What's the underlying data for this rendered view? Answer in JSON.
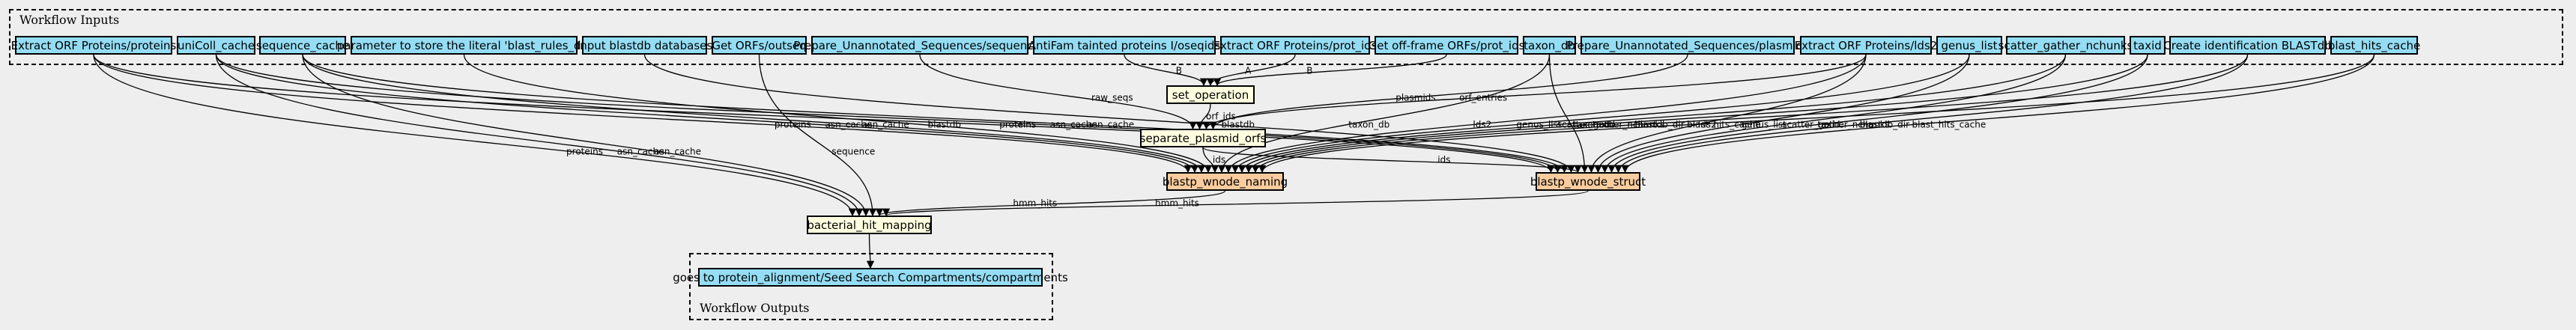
{
  "colors": {
    "background": "#eeeeee",
    "input_node": "#94ddf4",
    "step_node": "#ffffe0",
    "subworkflow_node": "#f8cc9e",
    "output_node": "#94ddf4"
  },
  "clusters": {
    "inputs_title": "Workflow Inputs",
    "outputs_title": "Workflow Outputs"
  },
  "inputs": [
    {
      "id": "extract_orf_proteins",
      "label": "Extract ORF Proteins/proteins"
    },
    {
      "id": "uniColl_cache",
      "label": "uniColl_cache"
    },
    {
      "id": "sequence_cache",
      "label": "sequence_cache"
    },
    {
      "id": "blast_rules_db",
      "label": "parameter to store the literal 'blast_rules_db'"
    },
    {
      "id": "input_blastdb",
      "label": "Input blastdb databases"
    },
    {
      "id": "get_orfs_outseq",
      "label": "Get ORFs/outseq"
    },
    {
      "id": "prep_unannot_seqs",
      "label": "Prepare_Unannotated_Sequences/sequences"
    },
    {
      "id": "antifam",
      "label": "AntiFam tainted proteins I/oseqids"
    },
    {
      "id": "extract_orf_prot_ids",
      "label": "Extract ORF Proteins/prot_ids"
    },
    {
      "id": "get_offframe",
      "label": "Get off-frame ORFs/prot_ids"
    },
    {
      "id": "taxon_db",
      "label": "taxon_db"
    },
    {
      "id": "prep_unannot_plasmids",
      "label": "Prepare_Unannotated_Sequences/plasmids"
    },
    {
      "id": "extract_orf_lds2",
      "label": "Extract ORF Proteins/lds2"
    },
    {
      "id": "genus_list",
      "label": "genus_list"
    },
    {
      "id": "scatter_gather",
      "label": "scatter_gather_nchunks"
    },
    {
      "id": "taxid",
      "label": "taxid"
    },
    {
      "id": "create_blastdb",
      "label": "Create identification BLASTdb"
    },
    {
      "id": "blast_hits_cache",
      "label": "blast_hits_cache"
    }
  ],
  "steps": [
    {
      "id": "set_operation",
      "label": "set_operation"
    },
    {
      "id": "separate_plasmid_orfs",
      "label": "separate_plasmid_orfs"
    },
    {
      "id": "blastp_wnode_naming",
      "label": "blastp_wnode_naming"
    },
    {
      "id": "blastp_wnode_struct",
      "label": "blastp_wnode_struct"
    },
    {
      "id": "bacterial_hit_mapping",
      "label": "bacterial_hit_mapping"
    }
  ],
  "outputs": [
    {
      "id": "goes_to",
      "label": "goes to protein_alignment/Seed Search Compartments/compartments"
    }
  ],
  "edges": [
    {
      "from": "extract_orf_proteins",
      "to": "bacterial_hit_mapping",
      "label": "proteins"
    },
    {
      "from": "extract_orf_proteins",
      "to": "blastp_wnode_naming",
      "label": "proteins"
    },
    {
      "from": "extract_orf_proteins",
      "to": "blastp_wnode_struct",
      "label": "proteins"
    },
    {
      "from": "uniColl_cache",
      "to": "bacterial_hit_mapping",
      "label": "asn_cache"
    },
    {
      "from": "uniColl_cache",
      "to": "blastp_wnode_naming",
      "label": "asn_cache"
    },
    {
      "from": "uniColl_cache",
      "to": "blastp_wnode_struct",
      "label": "asn_cache"
    },
    {
      "from": "sequence_cache",
      "to": "bacterial_hit_mapping",
      "label": "asn_cache"
    },
    {
      "from": "sequence_cache",
      "to": "blastp_wnode_naming",
      "label": "asn_cache"
    },
    {
      "from": "sequence_cache",
      "to": "blastp_wnode_struct",
      "label": "asn_cache"
    },
    {
      "from": "blast_rules_db",
      "to": "blastp_wnode_naming",
      "label": "blastdb"
    },
    {
      "from": "input_blastdb",
      "to": "blastp_wnode_struct",
      "label": "blastdb"
    },
    {
      "from": "get_orfs_outseq",
      "to": "bacterial_hit_mapping",
      "label": "sequence"
    },
    {
      "from": "prep_unannot_seqs",
      "to": "separate_plasmid_orfs",
      "label": "raw_seqs"
    },
    {
      "from": "antifam",
      "to": "set_operation",
      "label": "B"
    },
    {
      "from": "extract_orf_prot_ids",
      "to": "set_operation",
      "label": "A"
    },
    {
      "from": "get_offframe",
      "to": "set_operation",
      "label": "B"
    },
    {
      "from": "set_operation",
      "to": "separate_plasmid_orfs",
      "label": "orf_ids"
    },
    {
      "from": "extract_orf_lds2",
      "to": "separate_plasmid_orfs",
      "label": "orf_entries"
    },
    {
      "from": "prep_unannot_plasmids",
      "to": "separate_plasmid_orfs",
      "label": "plasmids"
    },
    {
      "from": "separate_plasmid_orfs",
      "to": "blastp_wnode_naming",
      "label": "ids"
    },
    {
      "from": "separate_plasmid_orfs",
      "to": "blastp_wnode_struct",
      "label": "ids"
    },
    {
      "from": "taxon_db",
      "to": "blastp_wnode_naming",
      "label": "taxon_db"
    },
    {
      "from": "taxon_db",
      "to": "blastp_wnode_struct",
      "label": "taxon_db"
    },
    {
      "from": "extract_orf_lds2",
      "to": "blastp_wnode_naming",
      "label": "lds2"
    },
    {
      "from": "extract_orf_lds2",
      "to": "blastp_wnode_struct",
      "label": "lds2"
    },
    {
      "from": "genus_list",
      "to": "blastp_wnode_naming",
      "label": "genus_list"
    },
    {
      "from": "genus_list",
      "to": "blastp_wnode_struct",
      "label": "genus_list"
    },
    {
      "from": "scatter_gather",
      "to": "blastp_wnode_naming",
      "label": "scatter_gather_nchunks"
    },
    {
      "from": "scatter_gather",
      "to": "blastp_wnode_struct",
      "label": "scatter_gather_nchunks"
    },
    {
      "from": "taxid",
      "to": "blastp_wnode_naming",
      "label": "taxid"
    },
    {
      "from": "taxid",
      "to": "blastp_wnode_struct",
      "label": "taxid"
    },
    {
      "from": "create_blastdb",
      "to": "blastp_wnode_naming",
      "label": "blastdb_dir"
    },
    {
      "from": "create_blastdb",
      "to": "blastp_wnode_struct",
      "label": "blastdb_dir"
    },
    {
      "from": "blast_hits_cache",
      "to": "blastp_wnode_naming",
      "label": "blast_hits_cache"
    },
    {
      "from": "blast_hits_cache",
      "to": "blastp_wnode_struct",
      "label": "blast_hits_cache"
    },
    {
      "from": "blastp_wnode_naming",
      "to": "bacterial_hit_mapping",
      "label": "hmm_hits"
    },
    {
      "from": "blastp_wnode_struct",
      "to": "bacterial_hit_mapping",
      "label": "hmm_hits"
    },
    {
      "from": "bacterial_hit_mapping",
      "to": "goes_to",
      "label": ""
    }
  ]
}
